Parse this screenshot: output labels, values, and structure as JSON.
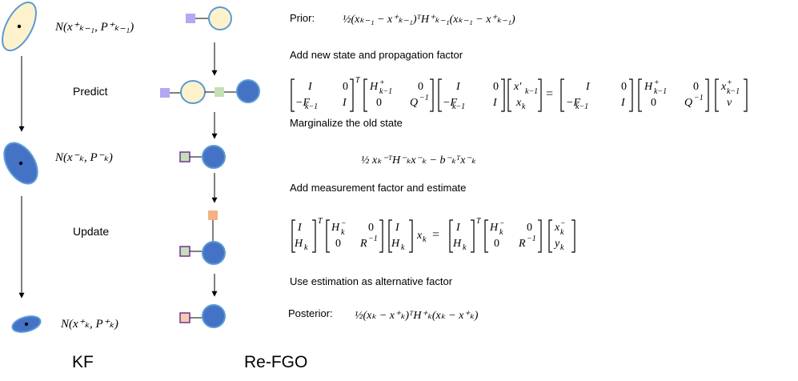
{
  "labels": {
    "predict": "Predict",
    "update": "Update",
    "kf": "KF",
    "refgo": "Re-FGO",
    "prior": "Prior:",
    "posterior": "Posterior:",
    "add_state": "Add new state and propagation factor",
    "marginalize": "Marginalize the old state",
    "add_measurement": "Add measurement factor and estimate",
    "use_estimation": "Use estimation as alternative factor"
  },
  "kf_states": {
    "s1": "N(x⁺ₖ₋₁,   P⁺ₖ₋₁)",
    "s2": "N(x⁻ₖ,   P⁻ₖ)",
    "s3": "N(x⁺ₖ,   P⁺ₖ)"
  },
  "equations": {
    "prior": "½(xₖ₋₁ − x⁺ₖ₋₁)ᵀH⁺ₖ₋₁(xₖ₋₁ − x⁺ₖ₋₁)",
    "marginal": "½ xₖ⁻ᵀH⁻ₖx⁻ₖ − b⁻ₖᵀx⁻ₖ",
    "posterior": "½(xₖ − x⁺ₖ)ᵀH⁺ₖ(xₖ − x⁺ₖ)"
  },
  "colors": {
    "prior_fill": "#fdf2cc",
    "node_fill": "#4472c4",
    "node_stroke": "#5b9bd5",
    "prior_factor": "#b4a7f5",
    "prop_factor": "#c5e0b4",
    "marg_stroke": "#7030a0",
    "meas_factor": "#f4b183",
    "post_factor": "#f8cbad"
  }
}
